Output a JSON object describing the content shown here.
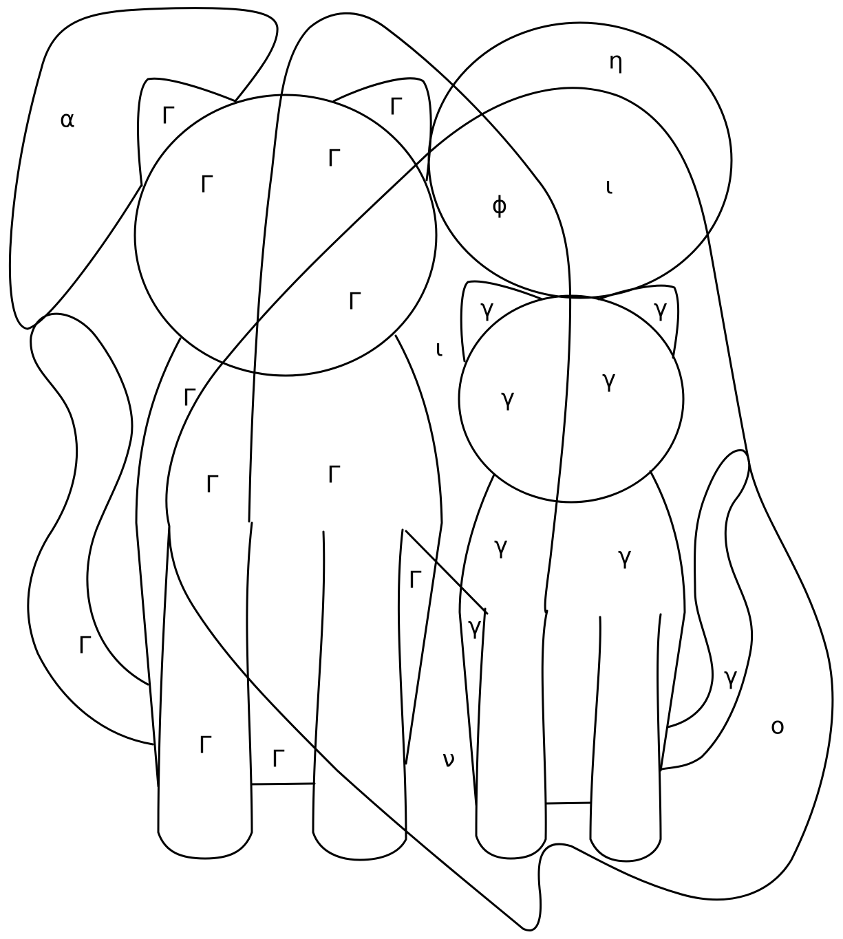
{
  "diagram": {
    "stroke_color": "#000000",
    "background_color": "#ffffff",
    "labels": [
      {
        "id": "label-alpha",
        "text": "α"
      },
      {
        "id": "label-big-cat-left-ear",
        "text": "Γ"
      },
      {
        "id": "label-big-cat-right-ear",
        "text": "Γ"
      },
      {
        "id": "label-big-cat-head-left",
        "text": "Γ"
      },
      {
        "id": "label-big-cat-head-top",
        "text": "Γ"
      },
      {
        "id": "label-big-cat-head-right",
        "text": "Γ"
      },
      {
        "id": "label-big-cat-body-upper",
        "text": "Γ"
      },
      {
        "id": "label-big-cat-body-mid-left",
        "text": "Γ"
      },
      {
        "id": "label-big-cat-body-mid",
        "text": "Γ"
      },
      {
        "id": "label-big-cat-leg-right",
        "text": "Γ"
      },
      {
        "id": "label-big-cat-tail",
        "text": "Γ"
      },
      {
        "id": "label-big-cat-leg-left",
        "text": "Γ"
      },
      {
        "id": "label-big-cat-between-legs",
        "text": "Γ"
      },
      {
        "id": "label-eta",
        "text": "η"
      },
      {
        "id": "label-phi",
        "text": "ϕ"
      },
      {
        "id": "label-iota-upper",
        "text": "ι"
      },
      {
        "id": "label-iota-lower",
        "text": "ι"
      },
      {
        "id": "label-small-cat-left-ear",
        "text": "γ"
      },
      {
        "id": "label-small-cat-right-ear",
        "text": "γ"
      },
      {
        "id": "label-small-cat-head-left",
        "text": "γ"
      },
      {
        "id": "label-small-cat-head-right",
        "text": "γ"
      },
      {
        "id": "label-small-cat-body-left",
        "text": "γ"
      },
      {
        "id": "label-small-cat-body-right",
        "text": "γ"
      },
      {
        "id": "label-small-cat-leg",
        "text": "γ"
      },
      {
        "id": "label-small-cat-tail",
        "text": "γ"
      },
      {
        "id": "label-nu",
        "text": "ν"
      },
      {
        "id": "label-omicron",
        "text": "ο"
      }
    ]
  }
}
